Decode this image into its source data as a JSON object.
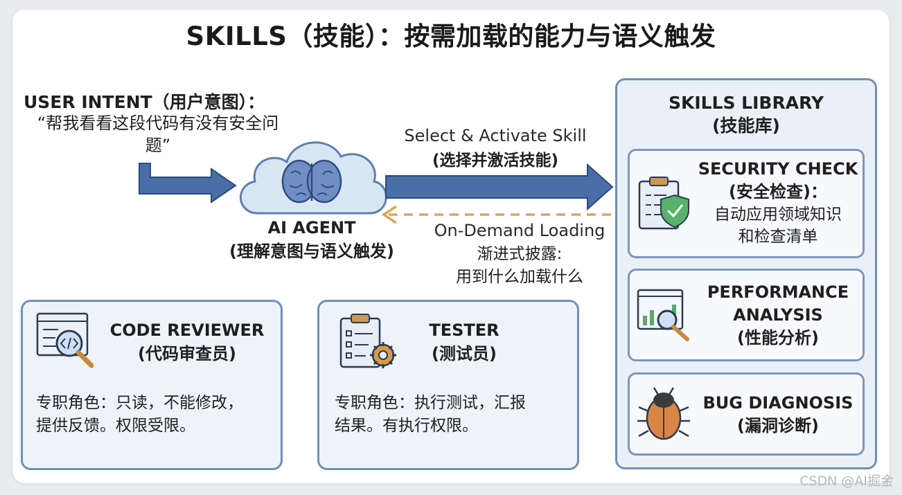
{
  "title": "SKILLS（技能）：按需加载的能力与语义触发",
  "user_intent": {
    "heading": "USER INTENT（用户意图）：",
    "quote": "“帮我看看这段代码有没有安全问题”"
  },
  "agent": {
    "name": "AI AGENT",
    "subtitle": "(理解意图与语义触发)"
  },
  "select_arrow": {
    "label_en": "Select & Activate Skill",
    "label_cn": "(选择并激活技能)"
  },
  "on_demand": {
    "label_en": "On-Demand Loading",
    "label_cn_1": "渐进式披露:",
    "label_cn_2": "用到什么加载什么"
  },
  "library": {
    "title": "SKILLS LIBRARY",
    "subtitle": "(技能库)",
    "skills": [
      {
        "name": "SECURITY CHECK",
        "name_cn": "(安全检查)：",
        "desc_1": "自动应用领域知识",
        "desc_2": "和检查清单",
        "icon": "clipboard-shield-icon"
      },
      {
        "name_1": "PERFORMANCE",
        "name_2": "ANALYSIS",
        "name_cn": "(性能分析)",
        "icon": "chart-magnifier-icon"
      },
      {
        "name": "BUG DIAGNOSIS",
        "name_cn": "(漏洞诊断)",
        "icon": "bug-icon"
      }
    ]
  },
  "roles": [
    {
      "name": "CODE REVIEWER",
      "name_cn": "(代码审查员)",
      "desc_1": "专职角色：只读，不能修改，",
      "desc_2": "提供反馈。权限受限。",
      "icon": "code-magnifier-icon"
    },
    {
      "name": "TESTER",
      "name_cn": "(测试员)",
      "desc_1": "专职角色：执行测试，汇报",
      "desc_2": "结果。有执行权限。",
      "icon": "clipboard-gear-icon"
    }
  ],
  "colors": {
    "arrow": "#4a6ea8",
    "arrow_stroke": "#2c4a7c",
    "dashed_arrow": "#d9a55b",
    "panel_border": "#6f8fb8",
    "cloud": "#d8e5f3"
  },
  "watermark": "CSDN @AI掘金"
}
